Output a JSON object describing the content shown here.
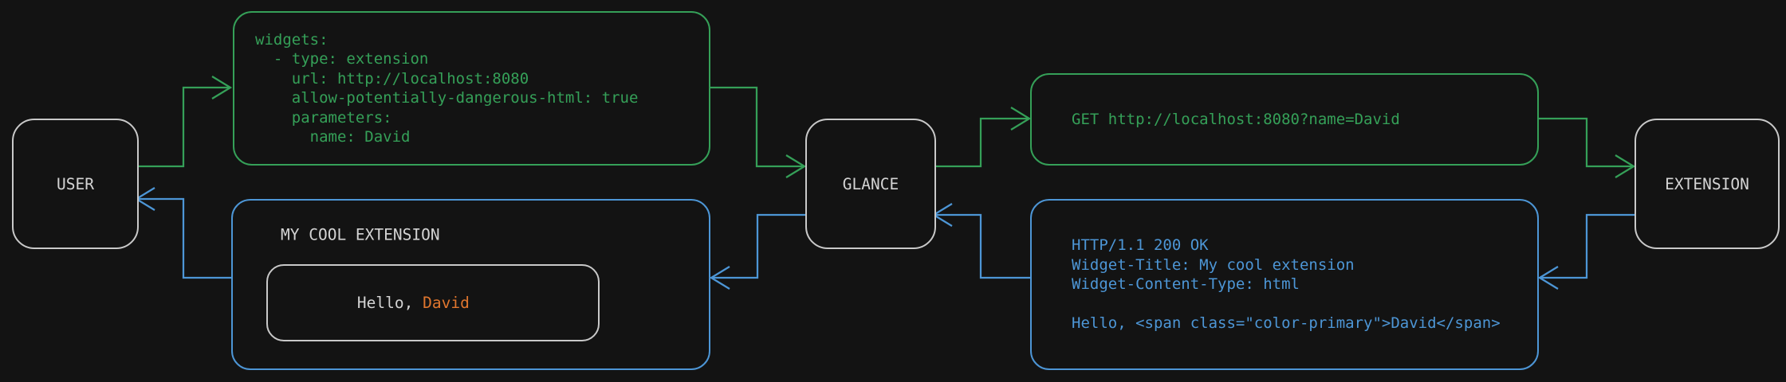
{
  "colors": {
    "bg": "#131313",
    "request_green": "#35a058",
    "response_blue": "#4d96d6",
    "accent_orange": "#e0762e",
    "node_border": "#c9c9c9",
    "text_light": "#d4d4d4"
  },
  "nodes": {
    "user": {
      "label": "USER"
    },
    "glance": {
      "label": "GLANCE"
    },
    "extension": {
      "label": "EXTENSION"
    }
  },
  "config_box": {
    "lines": [
      "widgets:",
      "  - type: extension",
      "    url: http://localhost:8080",
      "    allow-potentially-dangerous-html: true",
      "    parameters:",
      "      name: David"
    ]
  },
  "request_box": {
    "text": "GET http://localhost:8080?name=David"
  },
  "response_box": {
    "lines": [
      "HTTP/1.1 200 OK",
      "Widget-Title: My cool extension",
      "Widget-Content-Type: html",
      "",
      "Hello, <span class=\"color-primary\">David</span>"
    ]
  },
  "widget_box": {
    "title": "MY COOL EXTENSION",
    "greeting_prefix": "Hello, ",
    "greeting_name": "David"
  }
}
